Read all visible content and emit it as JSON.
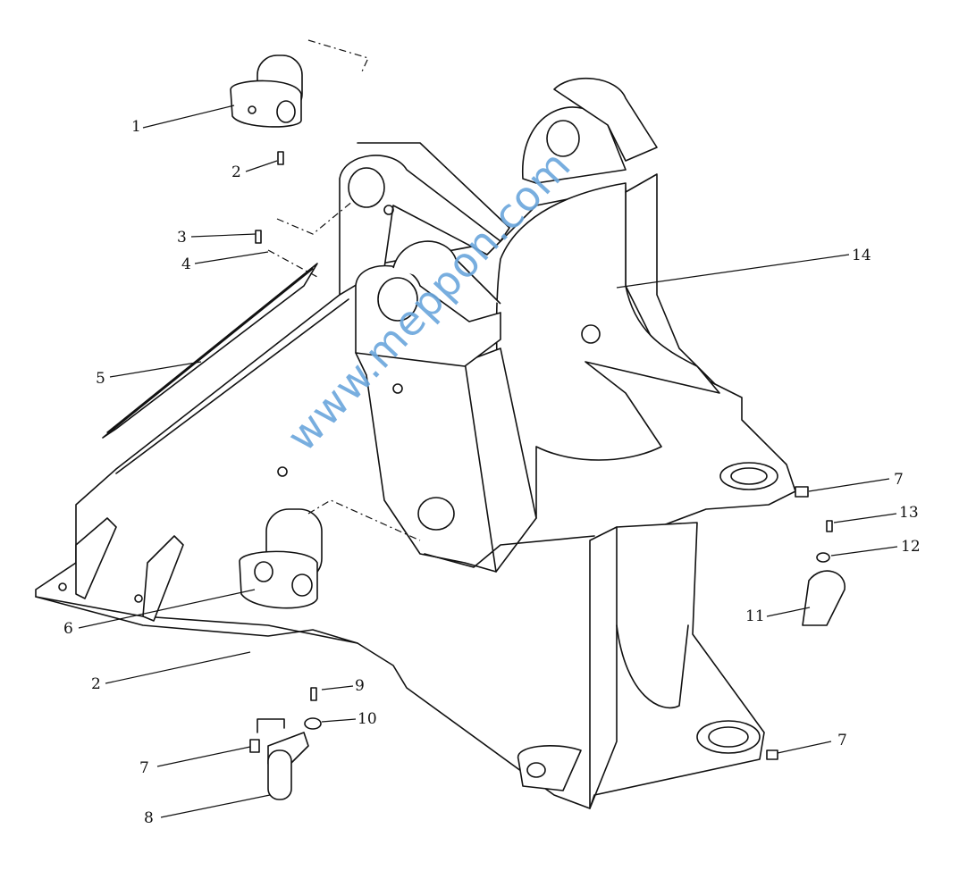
{
  "watermark": "www.meppon.com",
  "callouts": [
    {
      "id": "c1",
      "label": "1"
    },
    {
      "id": "c2a",
      "label": "2"
    },
    {
      "id": "c3",
      "label": "3"
    },
    {
      "id": "c4",
      "label": "4"
    },
    {
      "id": "c5",
      "label": "5"
    },
    {
      "id": "c6",
      "label": "6"
    },
    {
      "id": "c2b",
      "label": "2"
    },
    {
      "id": "c9",
      "label": "9"
    },
    {
      "id": "c10",
      "label": "10"
    },
    {
      "id": "c7a",
      "label": "7"
    },
    {
      "id": "c8",
      "label": "8"
    },
    {
      "id": "c7b",
      "label": "7"
    },
    {
      "id": "c13",
      "label": "13"
    },
    {
      "id": "c12",
      "label": "12"
    },
    {
      "id": "c11",
      "label": "11"
    },
    {
      "id": "c14",
      "label": "14"
    },
    {
      "id": "c7c",
      "label": "7"
    }
  ]
}
